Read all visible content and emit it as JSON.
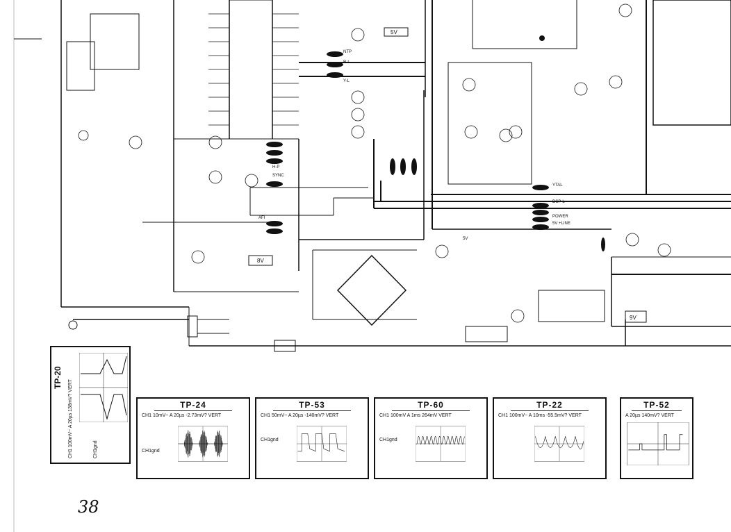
{
  "page_number": "38",
  "labels": {
    "sv_top": "5V",
    "sv_mid": "8V",
    "sv_right": "9V",
    "ytal": "YTAL",
    "ntp": "NTP",
    "rl": "R-L",
    "yl": "Y-L",
    "dsp": "DSP-L",
    "sync": "SYNC",
    "hp": "H-P",
    "afi": "AFI",
    "power": "POWER",
    "vcc": "5V +LINE",
    "v5": "5V"
  },
  "scopes": [
    {
      "title": "TP-24",
      "settings": "CH1 10mV~  A 20µs  -2.73mV? VERT",
      "gnd": "CH1gnd",
      "wave": "burst"
    },
    {
      "title": "TP-53",
      "settings": "CH1 50mV~  A 20µs  -140mV? VERT",
      "gnd": "CH1gnd",
      "wave": "square"
    },
    {
      "title": "TP-60",
      "settings": "CH1 100mV  A 1ms 264mV VERT",
      "gnd": "CH1gnd",
      "wave": "sine"
    },
    {
      "title": "TP-22",
      "settings": "CH1 100mV~  A 10ms  -55.5mV? VERT",
      "gnd": "",
      "wave": "parabola"
    },
    {
      "title": "TP-52",
      "settings": "A 20µs  140mV? VERT",
      "gnd": "",
      "wave": "pulse"
    }
  ],
  "scope_vertical": {
    "title": "TP-20",
    "settings": "CH1 100mV~  A 20µs  138mV? VERT",
    "gnd": "CH1gnd"
  }
}
